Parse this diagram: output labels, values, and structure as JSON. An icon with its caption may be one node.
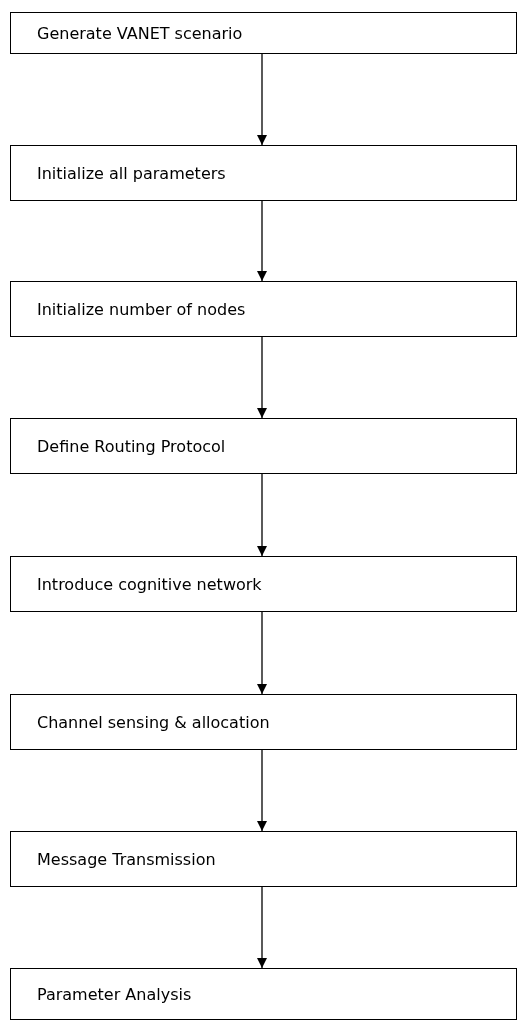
{
  "diagram": {
    "nodes": [
      {
        "text": [
          "Generate VANET scenario"
        ]
      },
      {
        "text": [
          "Initialize all parameters"
        ]
      },
      {
        "text": [
          "Initialize number of nodes"
        ]
      },
      {
        "text": [
          "Define Routing Protocol"
        ]
      },
      {
        "text": [
          "Introduce cognitive network"
        ]
      },
      {
        "text": [
          "Channel sensing & allocation"
        ]
      },
      {
        "text": [
          "Message Transmission"
        ]
      },
      {
        "text": [
          "Parameter Analysis"
        ]
      }
    ],
    "edges": [
      {
        "from": 0,
        "to": 1,
        "arrow": "to"
      },
      {
        "from": 1,
        "to": 2,
        "arrow": "to"
      },
      {
        "from": 2,
        "to": 3,
        "arrow": "to"
      },
      {
        "from": 3,
        "to": 4,
        "arrow": "to"
      },
      {
        "from": 4,
        "to": 5,
        "arrow": "to"
      },
      {
        "from": 5,
        "to": 6,
        "arrow": "to"
      },
      {
        "from": 6,
        "to": 7,
        "arrow": "to"
      }
    ]
  }
}
